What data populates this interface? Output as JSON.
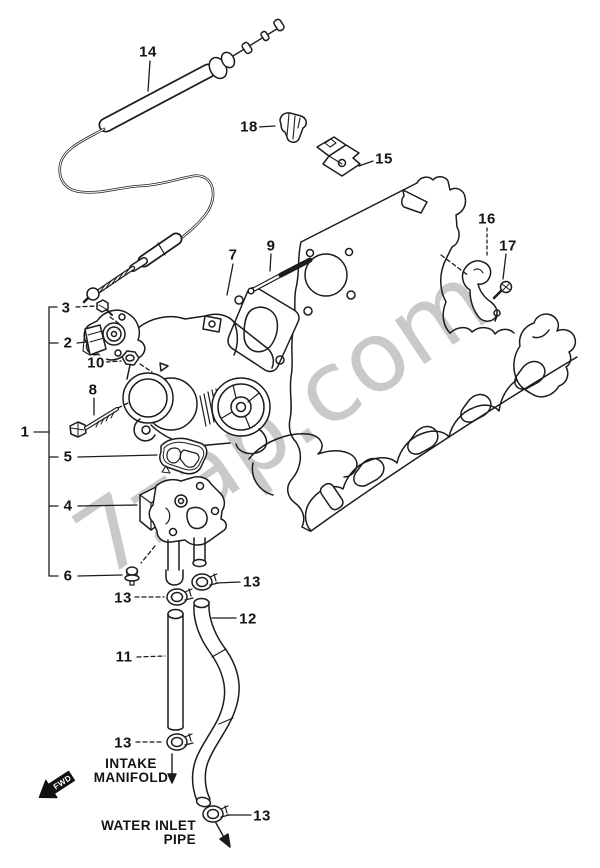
{
  "watermark": {
    "text": "7zap.com",
    "color": "#c9c9c9"
  },
  "colors": {
    "line": "#1c1c1c",
    "background": "#ffffff"
  },
  "callouts": [
    {
      "text": "14"
    },
    {
      "text": "18"
    },
    {
      "text": "15"
    },
    {
      "text": "16"
    },
    {
      "text": "17"
    },
    {
      "text": "9"
    },
    {
      "text": "7"
    },
    {
      "text": "3"
    },
    {
      "text": "2"
    },
    {
      "text": "10"
    },
    {
      "text": "8"
    },
    {
      "text": "1"
    },
    {
      "text": "5"
    },
    {
      "text": "4"
    },
    {
      "text": "6"
    },
    {
      "text": "13"
    },
    {
      "text": "13"
    },
    {
      "text": "12"
    },
    {
      "text": "11"
    },
    {
      "text": "13"
    },
    {
      "text": "13"
    }
  ],
  "annotations": {
    "intake_manifold": {
      "line1": "INTAKE",
      "line2": "MANIFOLD"
    },
    "water_inlet_pipe": {
      "line1": "WATER INLET",
      "line2": "PIPE"
    },
    "fwd": {
      "text": "FWD"
    }
  }
}
